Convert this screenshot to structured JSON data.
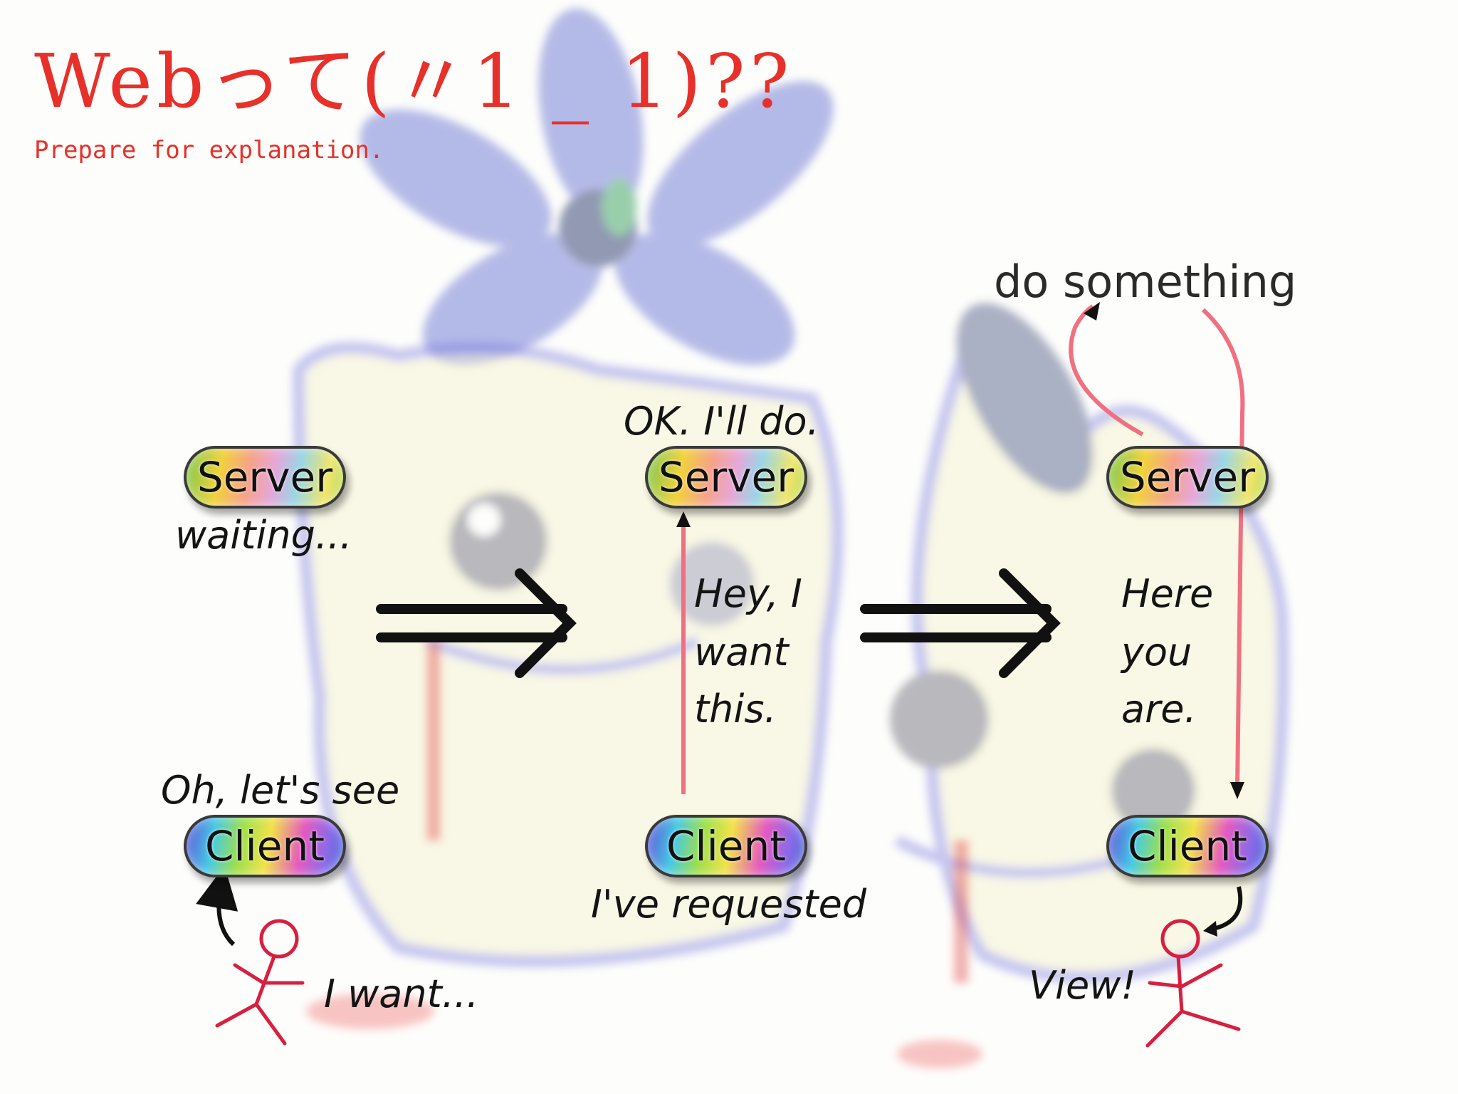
{
  "title": "Webって(〃1 _ 1)??",
  "subtitle": "Prepare for explanation.",
  "colors": {
    "title": "#e8302a",
    "flow_arrow": "#f07080",
    "stick_figure": "#d81f3f",
    "big_arrow": "#111111"
  },
  "panels": [
    {
      "server_label": "Server",
      "client_label": "Client",
      "server_note": "waiting...",
      "client_note": "Oh, let's see",
      "user_note": "I want..."
    },
    {
      "server_label": "Server",
      "client_label": "Client",
      "server_note": "OK. I'll do.",
      "client_note": "I've requested",
      "request_lines": [
        "Hey, I",
        "want",
        "this."
      ]
    },
    {
      "server_label": "Server",
      "client_label": "Client",
      "top_note": "do something",
      "response_lines": [
        "Here",
        "you",
        "are."
      ],
      "user_note": "View!"
    }
  ],
  "icons": {
    "step_arrow": "double-right-arrow-icon",
    "user": "stick-figure-icon"
  }
}
